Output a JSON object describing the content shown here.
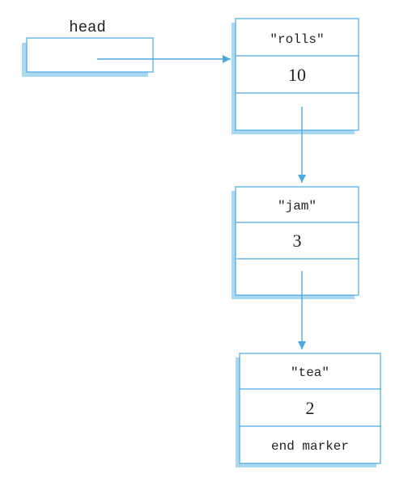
{
  "colors": {
    "line": "#4aa8e0",
    "shadow": "#a9d8f2",
    "text": "#231f20"
  },
  "head": {
    "label": "head"
  },
  "nodes": [
    {
      "name": "\"rolls\"",
      "value": "10",
      "pointer": ""
    },
    {
      "name": "\"jam\"",
      "value": "3",
      "pointer": ""
    },
    {
      "name": "\"tea\"",
      "value": "2",
      "pointer": "end marker"
    }
  ]
}
